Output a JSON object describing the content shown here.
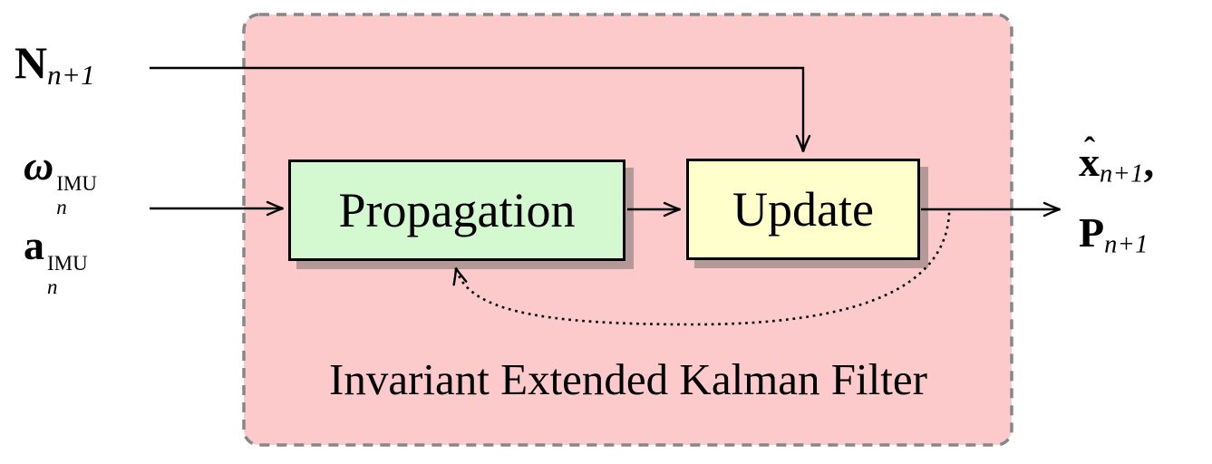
{
  "diagram": {
    "title": "Invariant Extended Kalman Filter",
    "container": {
      "fill": "#fccaca",
      "border_color": "#878787"
    },
    "blocks": [
      {
        "label": "Propagation",
        "fill": "#d4f8d0"
      },
      {
        "label": "Update",
        "fill": "#ffffcc"
      }
    ],
    "inputs": {
      "noise": {
        "base": "N",
        "sub": "n+1"
      },
      "gyro": {
        "base": "ω",
        "sup": "IMU",
        "sub": "n"
      },
      "accel": {
        "base": "a",
        "sup": "IMU",
        "sub": "n"
      }
    },
    "outputs": {
      "state": {
        "hat": "ˆ",
        "base": "x",
        "sub": "n+1",
        "suffix": ","
      },
      "covariance": {
        "base": "P",
        "sub": "n+1"
      }
    },
    "arrows": {
      "color": "#000000",
      "shadow": "rgba(110,104,104,0.5)"
    }
  }
}
